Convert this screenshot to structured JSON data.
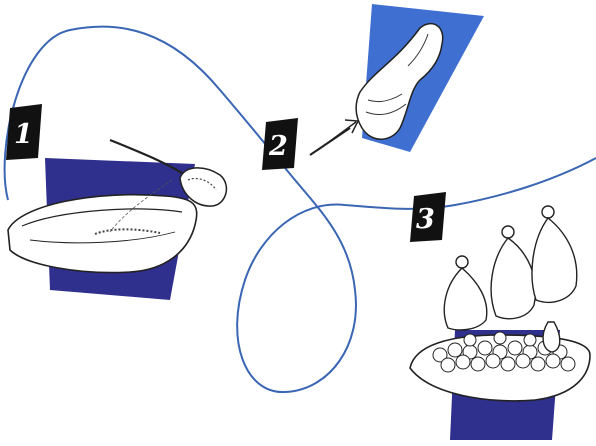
{
  "steps": [
    {
      "number": "1"
    },
    {
      "number": "2"
    },
    {
      "number": "3"
    }
  ],
  "colors": {
    "curve": "#3a66b4",
    "panel_dark": "#2f2f8e",
    "panel_bright": "#3f6fd0",
    "badge": "#111111",
    "line": "#222222",
    "bowl_fill": "#ffffff"
  },
  "icons": [
    "bowl-icon",
    "spoon-icon",
    "crescent-icon",
    "clove-icon",
    "arrow-icon",
    "bowl-with-pieces-icon",
    "wrapped-piece-icon"
  ]
}
